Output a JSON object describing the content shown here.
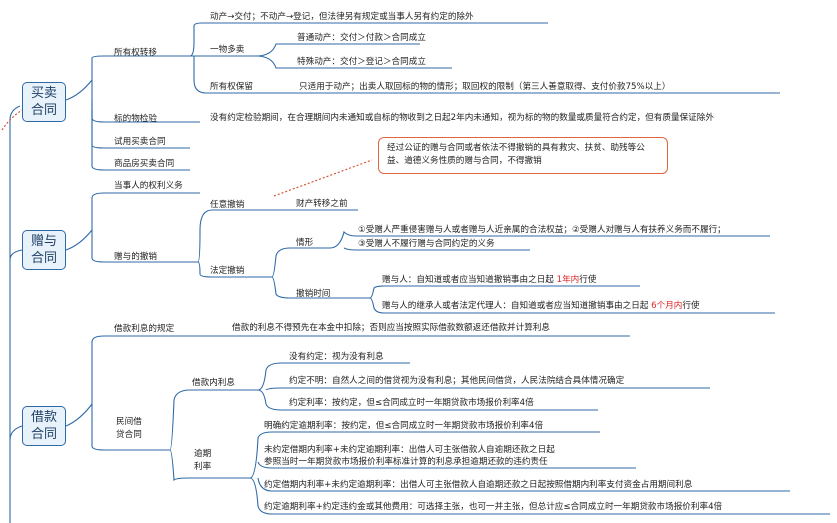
{
  "mindmap": {
    "root1": {
      "label": "买卖\n合同",
      "ownership": {
        "label": "所有权转移",
        "movable": "动产→交付；不动产→登记，但法律另有规定或当事人另有约定的除外",
        "multi_sale": {
          "label": "一物多卖",
          "ordinary": "普通动产：交付＞付款＞合同成立",
          "special": "特殊动产：交付＞登记＞合同成立"
        },
        "reservation": {
          "label": "所有权保留",
          "text": "只适用于动产；出卖人取回标的物的情形；取回权的限制（第三人善意取得、支付价款75%以上）"
        }
      },
      "inspection": {
        "label": "标的物检验",
        "text": "没有约定检验期间，在合理期间内未通知或自标的物收到之日起2年内未通知，视为标的物的数量或质量符合约定，但有质量保证除外"
      },
      "trial": "试用买卖合同",
      "housing": "商品房买卖合同"
    },
    "root2": {
      "label": "赠与\n合同",
      "rights": "当事人的权利义务",
      "revocation": {
        "label": "赠与的撤销",
        "arbitrary": {
          "label": "任意撤销",
          "before": "财产转移之前",
          "note": "经过公证的赠与合同或者依法不得撤销的具有救灾、扶贫、助残等公益、道德义务性质的赠与合同，不得撤销"
        },
        "statutory": {
          "label": "法定撤销",
          "situation": {
            "label": "情形",
            "line1": "①受赠人严重侵害赠与人或者赠与人近亲属的合法权益；②受赠人对赠与人有扶养义务而不履行；",
            "line2": "③受赠人不履行赠与合同约定的义务"
          },
          "period": {
            "label": "撤销时间",
            "donor_prefix": "赠与人：自知道或者应当知道撤销事由之日起",
            "donor_red": "1年内",
            "donor_suffix": "行使",
            "heir_prefix": "赠与人的继承人或者法定代理人：自知道或者应当知道撤销事由之日起",
            "heir_red": "6个月内",
            "heir_suffix": "行使"
          }
        }
      }
    },
    "root3": {
      "label": "借款\n合同",
      "interest_rule": {
        "label": "借款利息的规定",
        "text": "借款的利息不得预先在本金中扣除；否则应当按照实际借款数额返还借款并计算利息"
      },
      "private": {
        "label": "民间借\n贷合同",
        "within": {
          "label": "借款内利息",
          "none": "没有约定：视为没有利息",
          "unclear": "约定不明：自然人之间的借贷视为没有利息；其他民间借贷，人民法院结合具体情况确定",
          "rate": "约定利率：按约定，但≤合同成立时一年期贷款市场报价利率4倍"
        },
        "overdue": {
          "label": "逾期\n利率",
          "clear": "明确约定逾期利率：按约定，但≤合同成立时一年期贷款市场报价利率4倍",
          "neither_1": "未约定借期内利率+未约定逾期利率：出借人可主张借款人自逾期还款之日起",
          "neither_2": "参照当时一年期贷款市场报价利率标准计算的利息承担逾期还款的违约责任",
          "within_only": "约定借期内利率+未约定逾期利率：出借人可主张借款人自逾期还款之日起按照借期内利率支付资金占用期间利息",
          "both": "约定逾期利率+约定违约金或其他费用：可选择主张，也可一并主张，但总计应≤合同成立时一年期贷款市场报价利率4倍"
        }
      }
    }
  },
  "colors": {
    "line": "#2f6aa8",
    "accent": "#e02424",
    "callout": "#e0653d"
  }
}
